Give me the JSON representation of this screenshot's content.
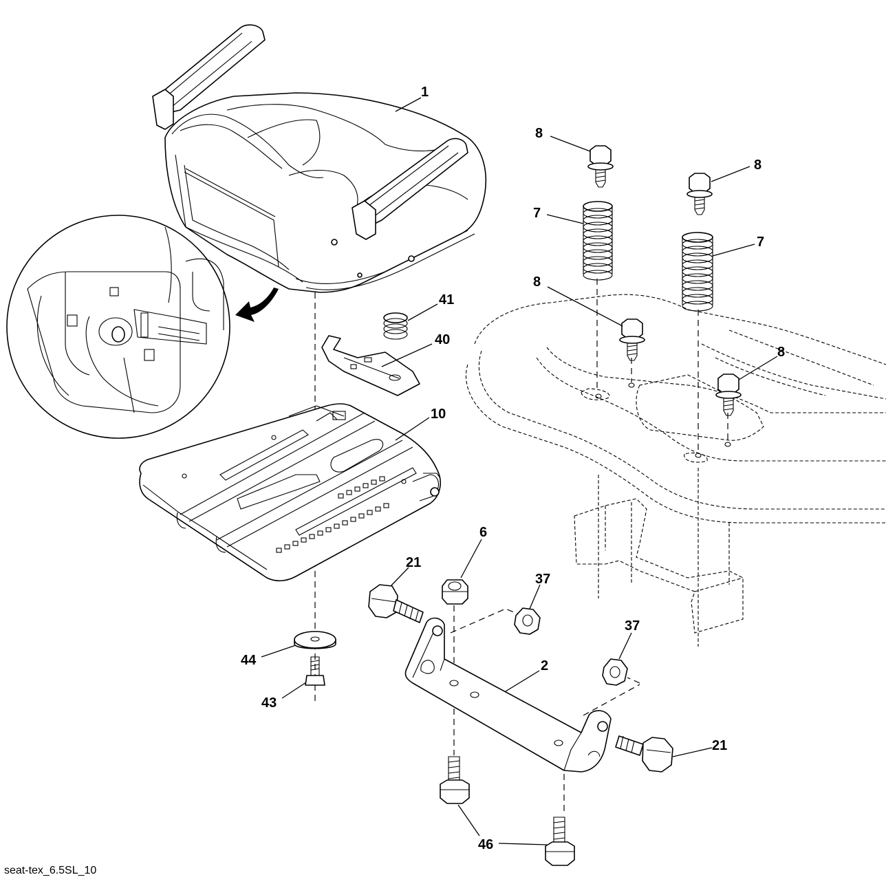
{
  "callouts": {
    "c1": "1",
    "c8a": "8",
    "c8b": "8",
    "c8c": "8",
    "c8d": "8",
    "c7a": "7",
    "c7b": "7",
    "c41": "41",
    "c40": "40",
    "c10": "10",
    "c6": "6",
    "c21a": "21",
    "c21b": "21",
    "c37a": "37",
    "c37b": "37",
    "c2": "2",
    "c44": "44",
    "c43": "43",
    "c46": "46"
  },
  "footer_label": "seat-tex_6.5SL_10"
}
